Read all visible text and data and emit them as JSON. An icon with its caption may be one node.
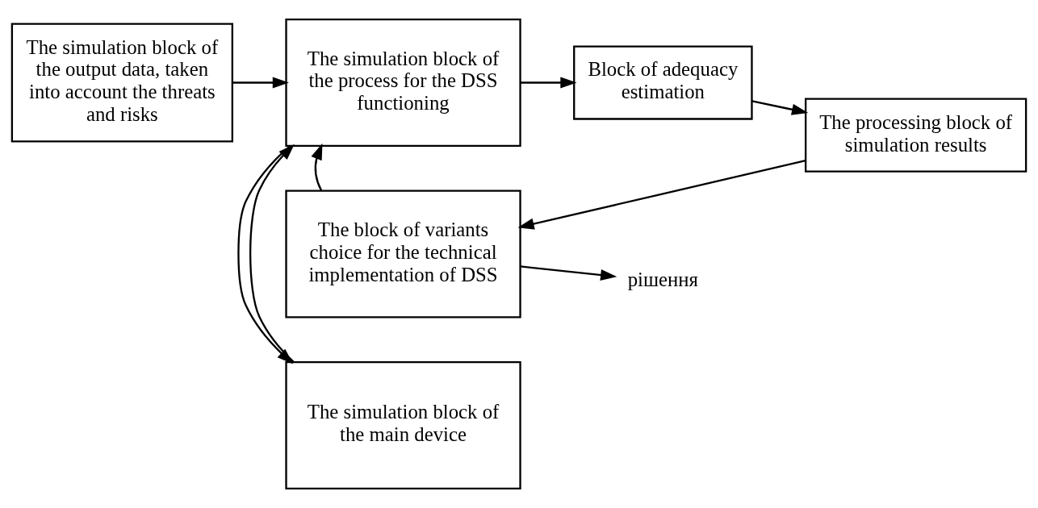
{
  "diagram": {
    "nodes": [
      {
        "text": [
          "The simulation block of the main device"
        ]
      },
      {
        "text": [
          "The simulation block of the output data, taken into account the threats and risks"
        ]
      },
      {
        "text": [
          "The simulation block of the process for the DSS functioning"
        ]
      },
      {
        "text": [
          "Block of adequacy estimation"
        ]
      },
      {
        "text": [
          "The processing block of simulation results"
        ]
      },
      {
        "text": [
          "The block of variants choice for the technical implementation of DSS"
        ]
      },
      {
        "text": [
          "рішення"
        ]
      }
    ],
    "edges": [
      {
        "from": 0,
        "to": 2,
        "arrow": "to"
      },
      {
        "from": 2,
        "to": 0,
        "arrow": "to"
      },
      {
        "from": 1,
        "to": 2,
        "arrow": "to"
      },
      {
        "from": 2,
        "to": 3,
        "arrow": "to"
      },
      {
        "from": 3,
        "to": 4,
        "arrow": "to"
      },
      {
        "from": 4,
        "to": 5,
        "arrow": "to"
      },
      {
        "from": 5,
        "to": 2,
        "arrow": "to"
      },
      {
        "from": 5,
        "to": 6,
        "arrow": "to"
      }
    ]
  }
}
